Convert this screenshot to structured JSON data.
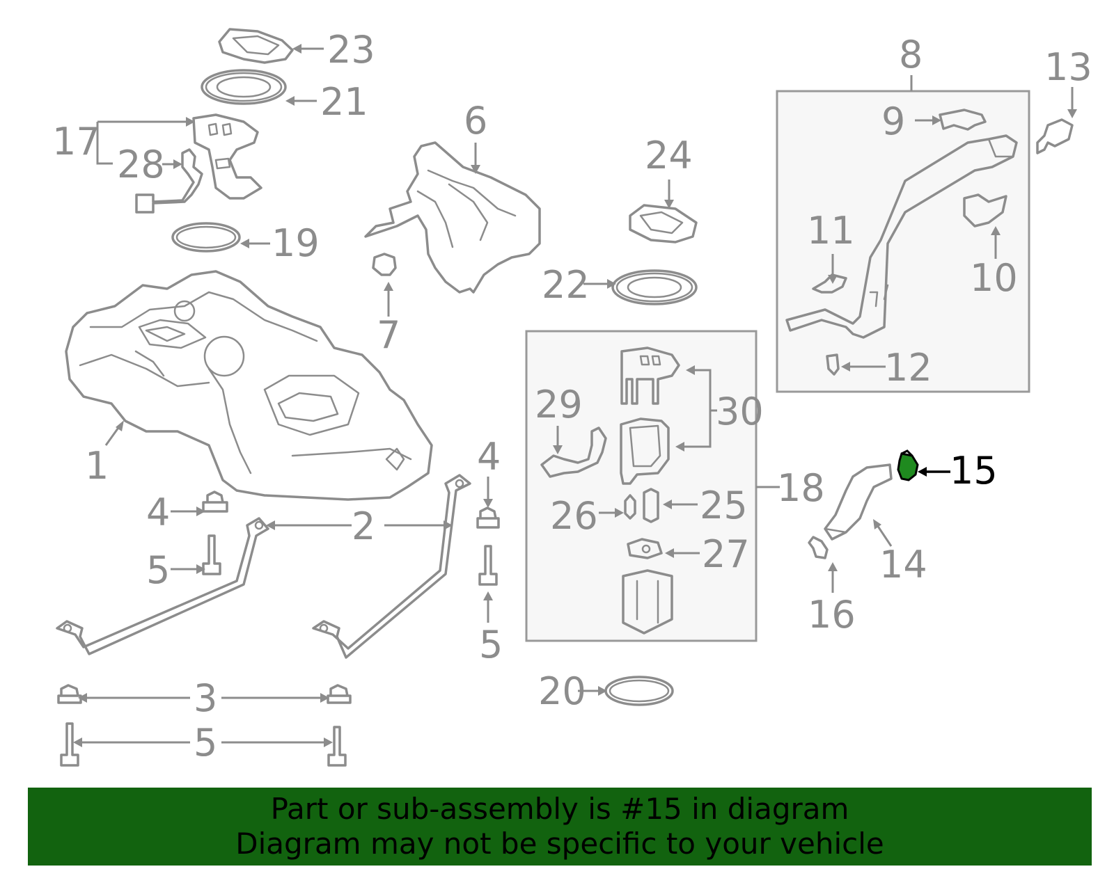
{
  "diagram": {
    "highlight_part": "15",
    "highlight_color": "#1f8a1f",
    "callouts": {
      "p1": "1",
      "p2": "2",
      "p3": "3",
      "p4a": "4",
      "p4b": "4",
      "p5a": "5",
      "p5b": "5",
      "p5c": "5",
      "p6": "6",
      "p7": "7",
      "p8": "8",
      "p9": "9",
      "p10": "10",
      "p11": "11",
      "p12": "12",
      "p13": "13",
      "p14": "14",
      "p15": "15",
      "p16": "16",
      "p17": "17",
      "p18": "18",
      "p19": "19",
      "p20": "20",
      "p21": "21",
      "p22": "22",
      "p23": "23",
      "p24": "24",
      "p25": "25",
      "p26": "26",
      "p27": "27",
      "p28": "28",
      "p29": "29",
      "p30": "30"
    }
  },
  "banner": {
    "line1": "Part or sub-assembly is #15 in diagram",
    "line2": "Diagram may not be specific to your vehicle",
    "background": "#12630f"
  }
}
